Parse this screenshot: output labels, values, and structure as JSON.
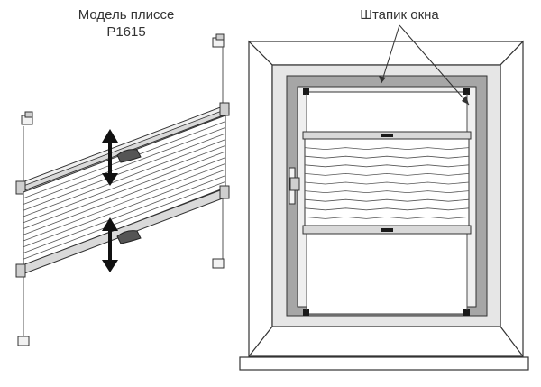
{
  "labels": {
    "model_title": "Модель плиссе",
    "model_code": "P1615",
    "glazing_bead": "Штапик окна"
  },
  "colors": {
    "line": "#333333",
    "frame_fill": "#e6e6e6",
    "bead_fill": "#a6a6a6",
    "fabric_fill": "#ffffff",
    "profile_fill": "#d9d9d9",
    "dark": "#1a1a1a"
  },
  "icons": {
    "arrows": "double-headed-vertical-arrow",
    "handle": "window-handle-icon"
  }
}
